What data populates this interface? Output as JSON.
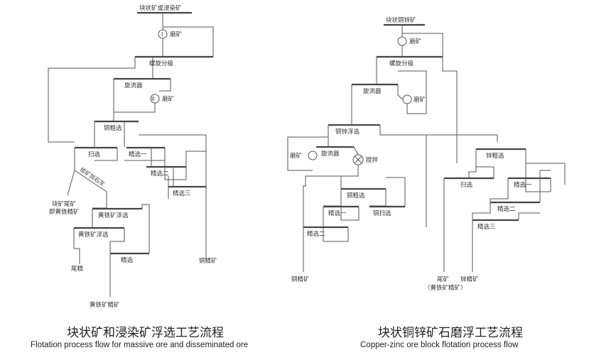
{
  "left": {
    "feed": "块状矿或浸染矿",
    "grind1": "磨矿",
    "grind1_mark": "I",
    "spiral": "螺旋分级",
    "cyclone": "旋流器",
    "grind2": "磨矿",
    "grind2_mark": "II",
    "cu_rough": "铜粗选",
    "scav": "扫选",
    "clean1": "精选一",
    "clean2": "精选二",
    "clean3": "精选三",
    "diagonal": "给矿加石灰",
    "tail_line1": "块矿尾矿",
    "tail_line2": "即黄铁精矿",
    "py_float": "黄铁矿浮选",
    "py_float2": "黄铁矿浮选",
    "tailing": "尾精",
    "clean": "精选",
    "cu_conc": "铜精矿",
    "py_conc": "黄铁矿精矿"
  },
  "right": {
    "feed": "块状铜锌矿",
    "grind": "磨矿",
    "spiral": "螺旋分级",
    "cyclone": "旋流器",
    "grind2": "磨矿",
    "cuzn_float": "铜锌浮选",
    "grind3": "磨矿",
    "cyclone2": "旋流器",
    "stir": "搅拌",
    "cu_rough": "铜粗选",
    "clean1": "精选一",
    "cu_scav": "铜扫选",
    "clean2": "精选二",
    "cu_conc": "铜精矿",
    "zn_rough": "锌粗选",
    "scav": "扫选",
    "zn_clean1": "精选一",
    "zn_clean2": "精选二",
    "zn_clean3": "精选三",
    "tail_line1": "尾矿",
    "tail_line2": "（黄铁矿精矿）",
    "zn_conc": "锌精矿"
  },
  "captions": {
    "left_cn": "块状矿和浸染矿浮选工艺流程",
    "left_en": "Flotation process flow for massive ore and disseminated ore",
    "right_cn": "块状铜锌矿石磨浮工艺流程",
    "right_en": "Copper-zinc ore block flotation process flow"
  }
}
